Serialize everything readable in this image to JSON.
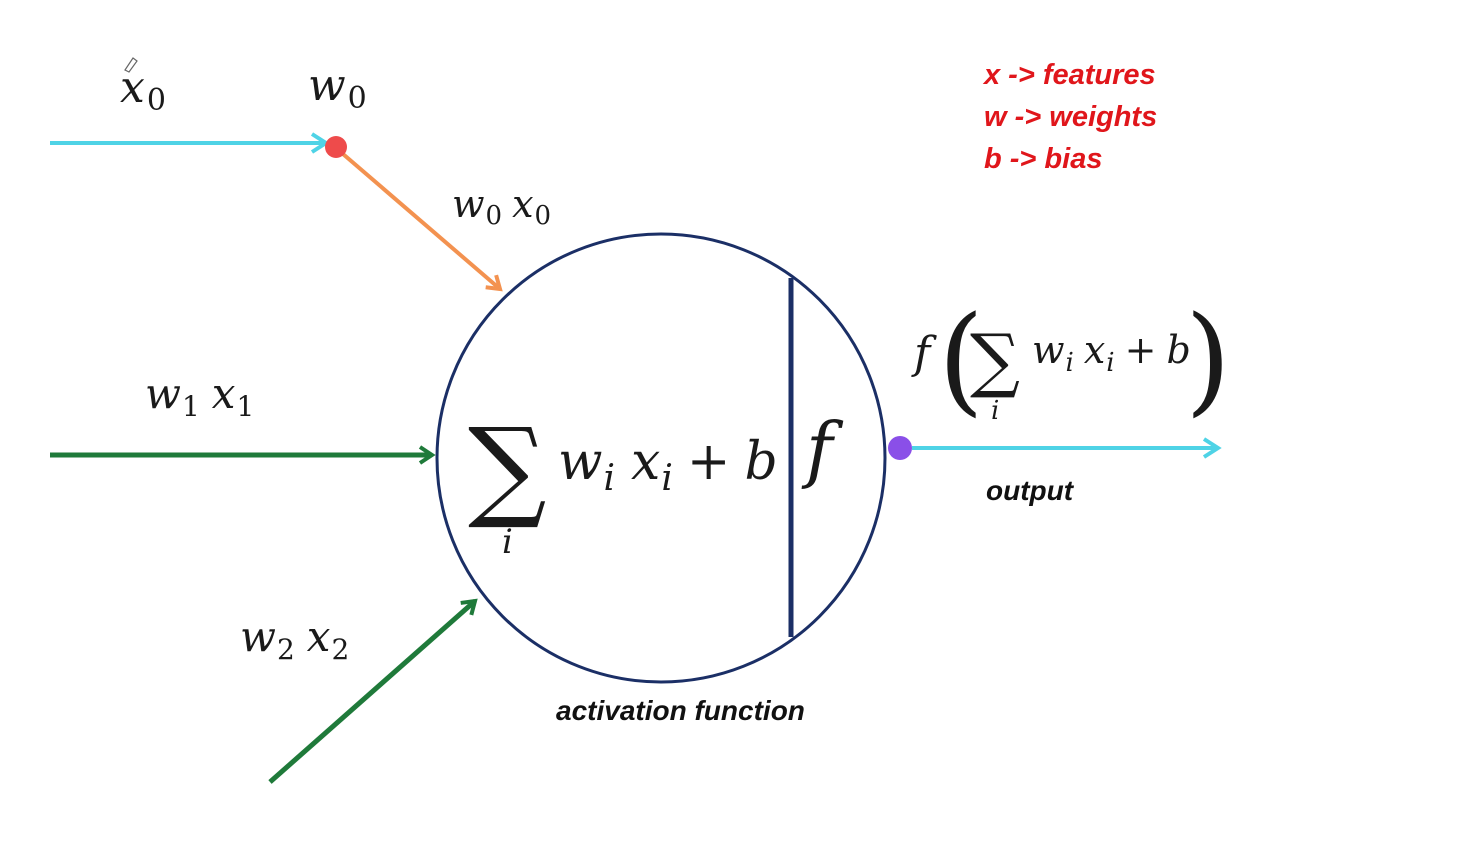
{
  "colors": {
    "input_cyan": "#4fd3e6",
    "weighted_orange": "#f39250",
    "input_green": "#1f7a3a",
    "neuron_navy": "#1b2f66",
    "weight_node_red": "#ee4b4b",
    "output_node_purple": "#8a4fe8",
    "legend_red": "#e0161b"
  },
  "inputs": {
    "x0": {
      "base": "x",
      "sub": "0"
    },
    "w0": {
      "base": "w",
      "sub": "0"
    },
    "w0x0": {
      "w": "w",
      "w_sub": "0",
      "x": "x",
      "x_sub": "0"
    },
    "w1x1": {
      "w": "w",
      "w_sub": "1",
      "x": "x",
      "x_sub": "1"
    },
    "w2x2": {
      "w": "w",
      "w_sub": "2",
      "x": "x",
      "x_sub": "2"
    }
  },
  "neuron": {
    "sum_symbol": "∑",
    "sum_index": "i",
    "w": "w",
    "w_sub": "i",
    "x": "x",
    "x_sub": "i",
    "plus": "+",
    "b": "b",
    "activation_symbol": "f",
    "activation_label": "activation function"
  },
  "output": {
    "f": "f",
    "open_paren": "(",
    "sum_symbol": "∑",
    "sum_index": "i",
    "w": "w",
    "w_sub": "i",
    "x": "x",
    "x_sub": "i",
    "plus": "+",
    "b": "b",
    "close_paren": ")",
    "label": "output"
  },
  "legend": [
    {
      "text": "x -> features"
    },
    {
      "text": "w -> weights"
    },
    {
      "text": "b -> bias"
    }
  ]
}
